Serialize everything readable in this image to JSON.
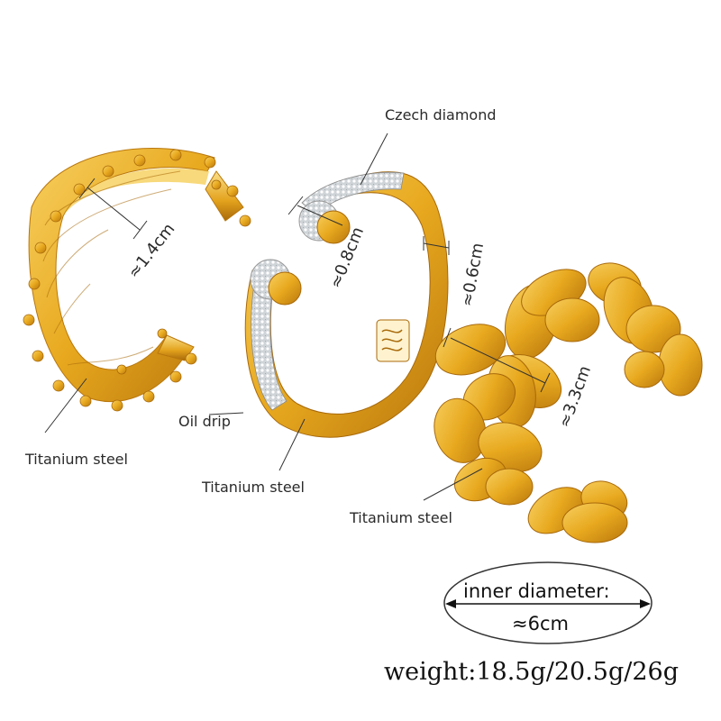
{
  "labels": {
    "czech_diamond": "Czech diamond",
    "oil_drip": "Oil drip",
    "titanium_steel_left": "Titanium steel",
    "titanium_steel_center": "Titanium steel",
    "titanium_steel_right": "Titanium steel"
  },
  "dimensions": {
    "left_width": "≈1.4cm",
    "center_head": "≈0.8cm",
    "center_band": "≈0.6cm",
    "right_width": "≈3.3cm"
  },
  "inner_diameter": {
    "title": "inner diameter:",
    "value": "≈6cm"
  },
  "weight": "weight:18.5g/20.5g/26g",
  "colors": {
    "gold": "#e8a91f",
    "gold_light": "#f7d061",
    "gold_dark": "#b9770c",
    "crystal": "#d9dde0"
  }
}
